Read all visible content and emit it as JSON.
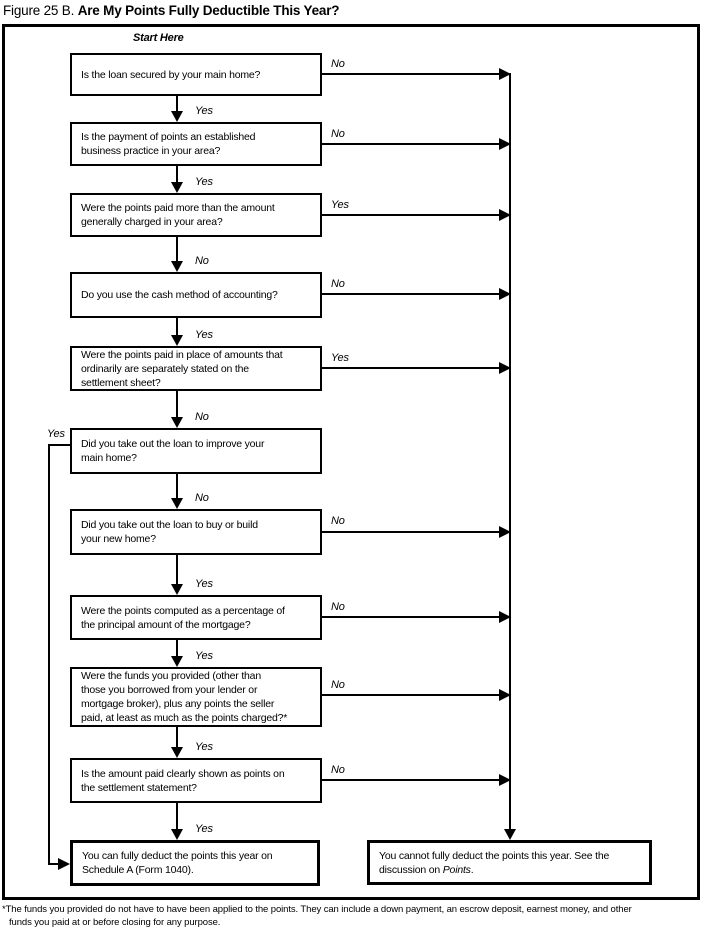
{
  "title": {
    "figure_label": "Figure 25 B.",
    "text": "Are My Points Fully Deductible This Year?"
  },
  "start_label": "Start Here",
  "nodes": [
    {
      "id": "q1",
      "text": "Is the loan secured by your main home?",
      "side_exit": "No",
      "down_exit": "Yes"
    },
    {
      "id": "q2",
      "text": "Is the payment of points an established\nbusiness practice in your area?",
      "side_exit": "No",
      "down_exit": "Yes"
    },
    {
      "id": "q3",
      "text": "Were the points paid more than the amount\ngenerally charged in your area?",
      "side_exit": "Yes",
      "down_exit": "No"
    },
    {
      "id": "q4",
      "text": "Do you use the cash method of accounting?",
      "side_exit": "No",
      "down_exit": "Yes"
    },
    {
      "id": "q5",
      "text": "Were the points paid in place of amounts that\nordinarily are separately stated on the\nsettlement sheet?",
      "side_exit": "Yes",
      "down_exit": "No"
    },
    {
      "id": "q6",
      "text": "Did you take out the loan to improve your\nmain home?",
      "side_exit": "Yes",
      "down_exit": "No"
    },
    {
      "id": "q7",
      "text": "Did you take out the loan to buy or build\nyour new home?",
      "side_exit": "No",
      "down_exit": "Yes"
    },
    {
      "id": "q8",
      "text": "Were the points computed as a percentage of\nthe principal amount of the mortgage?",
      "side_exit": "No",
      "down_exit": "Yes"
    },
    {
      "id": "q9",
      "text": "Were the funds you provided (other than\nthose you borrowed from your lender or\nmortgage broker), plus any points the seller\npaid, at least as much as the points charged?*",
      "side_exit": "No",
      "down_exit": "Yes"
    },
    {
      "id": "q10",
      "text": "Is the amount paid clearly shown as points on\nthe settlement statement?",
      "side_exit": "No",
      "down_exit": "Yes"
    }
  ],
  "outcomes": {
    "deductible": {
      "text": "You can fully deduct the points this year on\nSchedule A (Form 1040)."
    },
    "not_deductible": {
      "text_start": "You cannot fully deduct the points this year. See the\ndiscussion on ",
      "italic_term": "Points",
      "text_end": "."
    }
  },
  "footnote": {
    "line1": "*The funds you provided do not have to have been applied to the points. They can include a down payment, an escrow deposit, earnest money, and other",
    "line2": "funds you paid at or before closing for any purpose."
  }
}
